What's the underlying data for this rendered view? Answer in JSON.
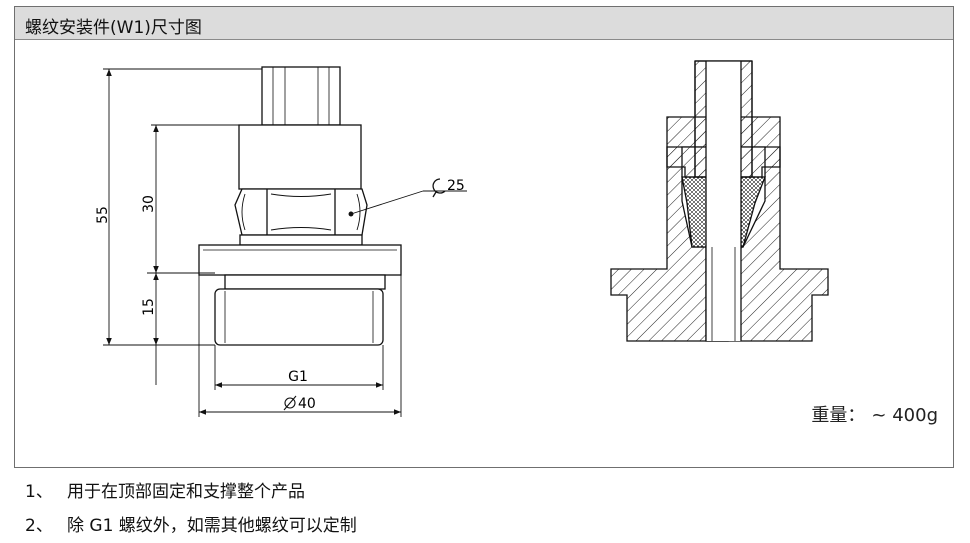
{
  "header": {
    "title": "螺纹安装件(W1)尺寸图"
  },
  "drawing": {
    "dim_total_height": "55",
    "dim_upper_height": "30",
    "dim_thread_length": "15",
    "dim_thread": "G1",
    "dim_diameter": "40",
    "dim_wrench": "25"
  },
  "weight": {
    "label": "重量：",
    "value": "~ 400g"
  },
  "notes": [
    {
      "num": "1、",
      "text": "用于在顶部固定和支撑整个产品"
    },
    {
      "num": "2、",
      "text": "除 G1 螺纹外，如需其他螺纹可以定制"
    }
  ]
}
